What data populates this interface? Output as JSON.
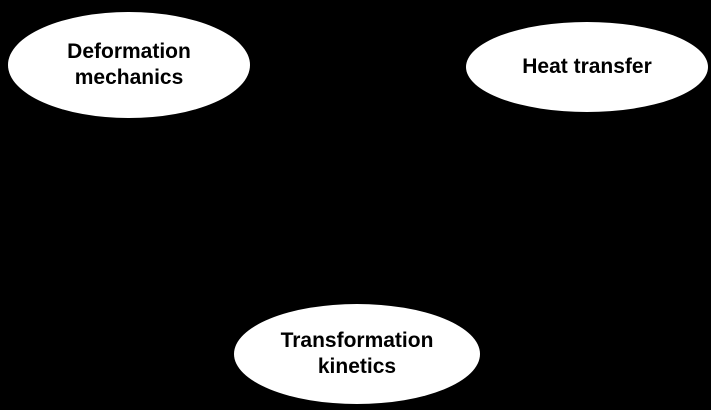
{
  "diagram": {
    "background_color": "#000000",
    "node_fill_color": "#ffffff",
    "node_text_color": "#000000",
    "nodes": [
      {
        "id": "deformation-mechanics",
        "line1": "Deformation",
        "line2": "mechanics"
      },
      {
        "id": "heat-transfer",
        "line1": "Heat transfer",
        "line2": ""
      },
      {
        "id": "transformation-kinetics",
        "line1": "Transformation",
        "line2": "kinetics"
      }
    ]
  }
}
